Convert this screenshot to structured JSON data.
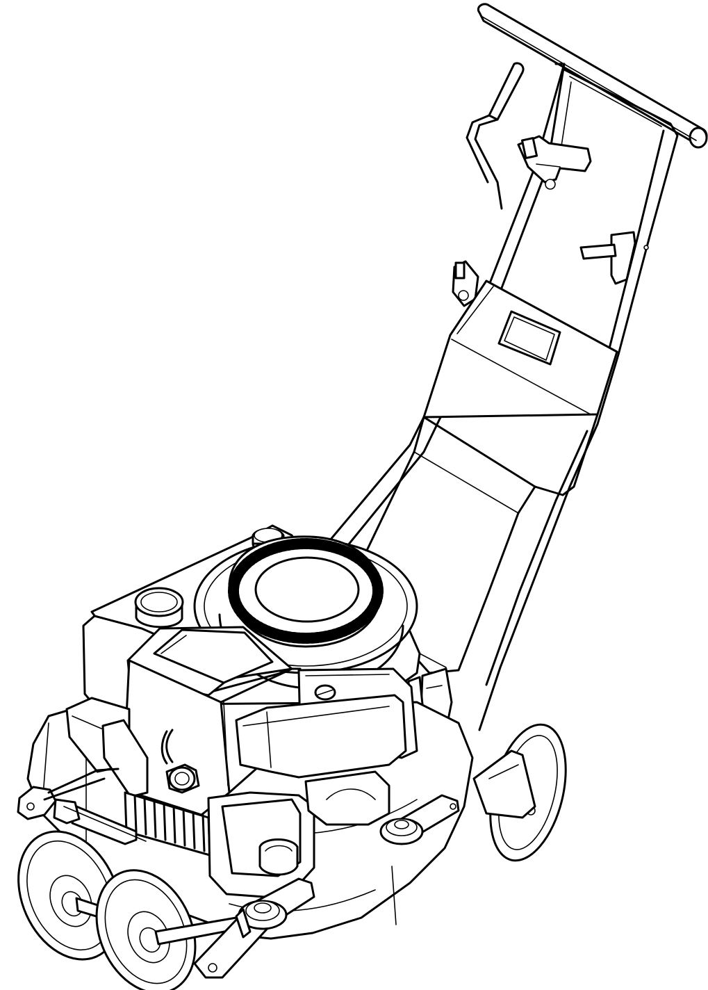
{
  "drawing": {
    "subject": "",
    "colors": {
      "line": "#000000",
      "background": "#ffffff"
    },
    "parts": [
      {
        "id": "handlebar-grip",
        "icon": "handle-icon"
      },
      {
        "id": "control-bail",
        "icon": "lever-icon"
      },
      {
        "id": "handle-frame",
        "icon": "frame-icon"
      },
      {
        "id": "cable-clip",
        "icon": "clip-icon"
      },
      {
        "id": "handle-lever",
        "icon": "lever-icon"
      },
      {
        "id": "control-box",
        "icon": "box-icon"
      },
      {
        "id": "height-adjust-bracket",
        "icon": "bracket-icon"
      },
      {
        "id": "recoil-starter",
        "icon": "starter-icon"
      },
      {
        "id": "fuel-cap",
        "icon": "cap-icon"
      },
      {
        "id": "oil-cap",
        "icon": "cap-icon"
      },
      {
        "id": "engine-block",
        "icon": "engine-icon"
      },
      {
        "id": "air-filter",
        "icon": "filter-icon"
      },
      {
        "id": "spark-plug",
        "icon": "spark-plug-icon"
      },
      {
        "id": "muffler",
        "icon": "muffler-icon"
      },
      {
        "id": "cooling-fins",
        "icon": "fins-icon"
      },
      {
        "id": "deck",
        "icon": "deck-icon"
      },
      {
        "id": "front-wheel-left",
        "icon": "wheel-icon"
      },
      {
        "id": "front-wheel-right",
        "icon": "wheel-icon"
      },
      {
        "id": "rear-wheel",
        "icon": "wheel-icon"
      },
      {
        "id": "front-axle",
        "icon": "axle-icon"
      },
      {
        "id": "pivot-bearing",
        "icon": "bearing-icon"
      }
    ]
  }
}
